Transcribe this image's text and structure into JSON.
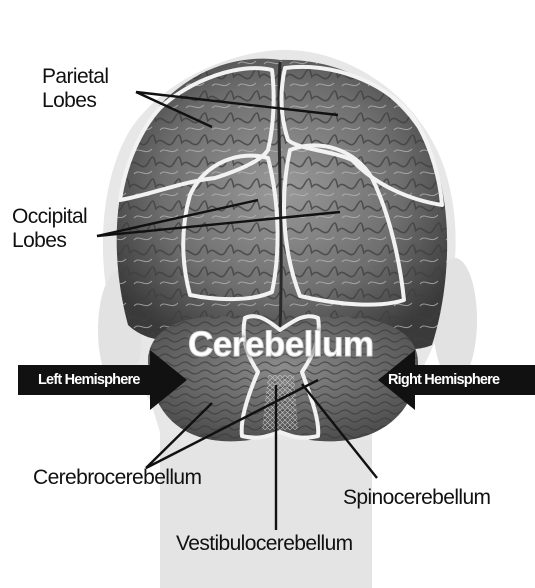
{
  "labels": {
    "parietal_lobes": "Parietal\nLobes",
    "occipital_lobes": "Occipital\nLobes",
    "cerebellum": "Cerebellum",
    "left_hemisphere": "Left Hemisphere",
    "right_hemisphere": "Right Hemisphere",
    "cerebrocerebellum": "Cerebrocerebellum",
    "spinocerebellum": "Spinocerebellum",
    "vestibulocerebellum": "Vestibulocerebellum"
  }
}
